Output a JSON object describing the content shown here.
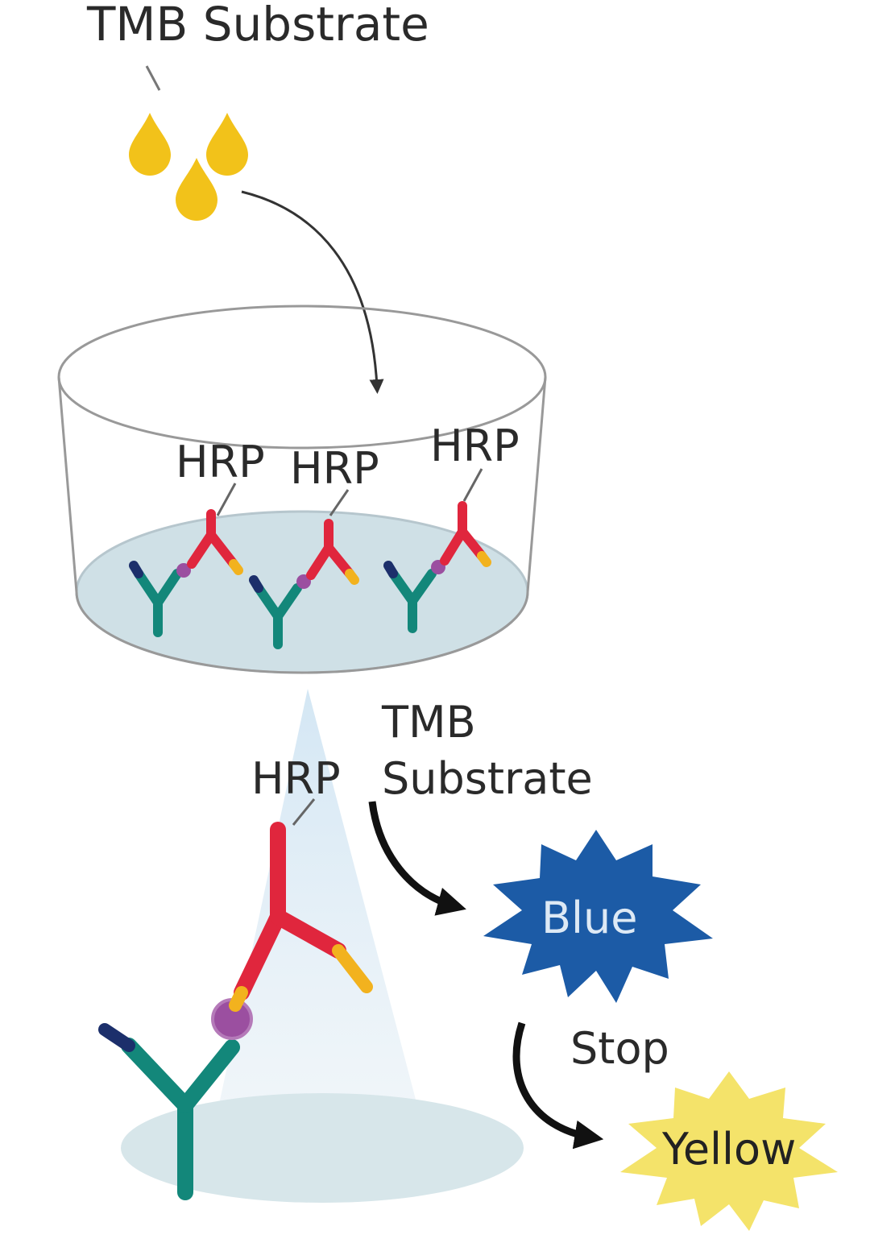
{
  "labels": {
    "substrate_top": "TMB Substrate",
    "hrp_1": "HRP",
    "hrp_2": "HRP",
    "hrp_3": "HRP",
    "hrp_zoom": "HRP",
    "tmb_line1": "TMB",
    "tmb_line2": "Substrate",
    "blue": "Blue",
    "stop": "Stop",
    "yellow": "Yellow"
  },
  "colors": {
    "drop": "#f2c21a",
    "primary_antibody": "#13877a",
    "primary_antibody_tip": "#1c2f6b",
    "hrp_antibody": "#e0263d",
    "hrp_antibody_tip": "#f2b21e",
    "antigen": "#9b4fa0",
    "well_bottom": "#cfe0e6",
    "blue_burst": "#1c5ba6",
    "yellow_burst": "#f4e36a"
  },
  "icons": {
    "drops": "droplet-icon",
    "burst_blue": "starburst-icon",
    "burst_yellow": "starburst-icon"
  }
}
